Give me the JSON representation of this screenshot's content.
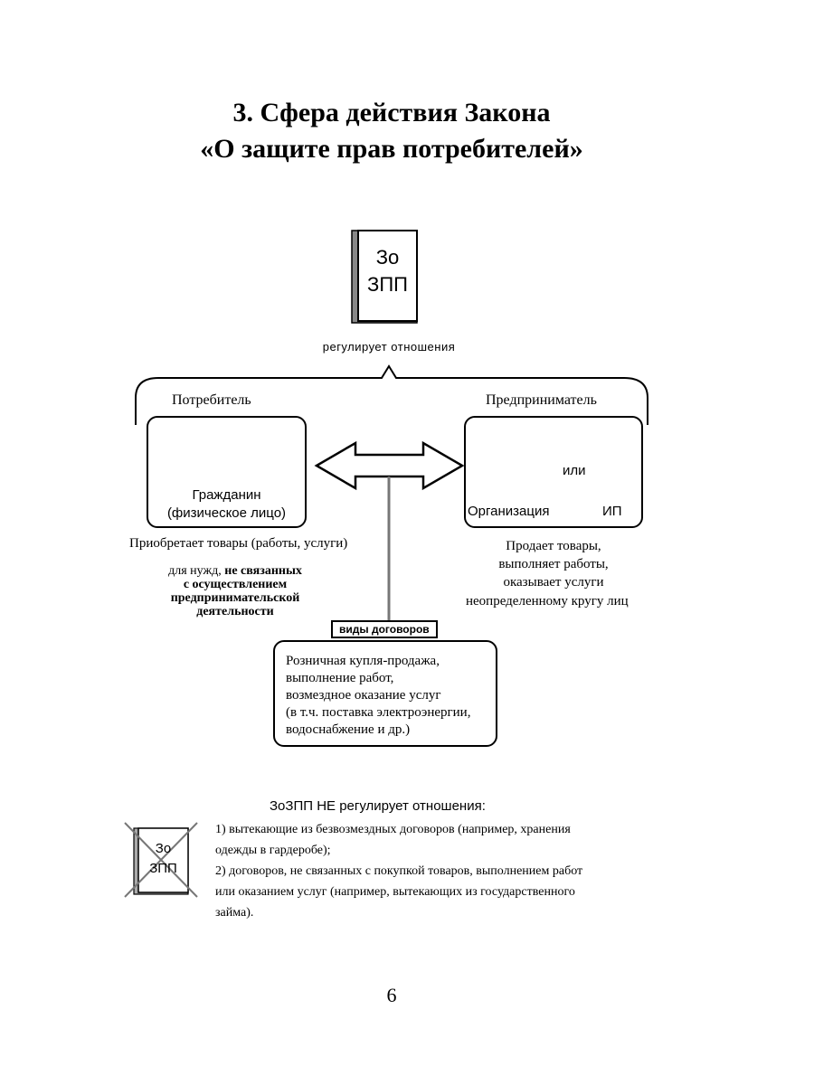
{
  "title": {
    "line1": "3. Сфера действия Закона",
    "line2": "«О защите прав потребителей»"
  },
  "law_book": {
    "line1": "Зо",
    "line2": "ЗПП"
  },
  "regulates_label": "регулирует отношения",
  "consumer": {
    "heading": "Потребитель",
    "person_line1": "Гражданин",
    "person_line2": "(физическое лицо)",
    "action": "Приобретает товары (работы, услуги)",
    "purpose_line1": "для нужд,",
    "purpose_line1_bold": "не связанных",
    "purpose_line2": "с осуществлением",
    "purpose_line3": "предпринимательской",
    "purpose_line4": "деятельности"
  },
  "entrepreneur": {
    "heading": "Предприниматель",
    "org_label": "Организация",
    "or_label": "или",
    "ip_label": "ИП",
    "action_line1": "Продает товары,",
    "action_line2": "выполняет работы,",
    "action_line3": "оказывает услуги",
    "target": "неопределенному кругу лиц"
  },
  "contracts": {
    "label": "виды договоров",
    "line1": "Розничная купля-продажа,",
    "line2": "выполнение работ,",
    "line3": "возмездное оказание услуг",
    "line4": "(в т.ч. поставка электроэнергии,",
    "line5": "водоснабжение и др.)"
  },
  "not_regulated": {
    "heading": "ЗоЗПП НЕ регулирует отношения:",
    "book_line1": "Зо",
    "book_line2": "ЗПП",
    "item1_line1": "1) вытекающие из безвозмездных договоров (например, хранения",
    "item1_line2": "одежды в гардеробе);",
    "item2_line1": "2) договоров, не связанных с покупкой товаров, выполнением работ",
    "item2_line2": "или оказанием услуг (например, вытекающих из государственного",
    "item2_line3": "займа)."
  },
  "page_number": "6"
}
